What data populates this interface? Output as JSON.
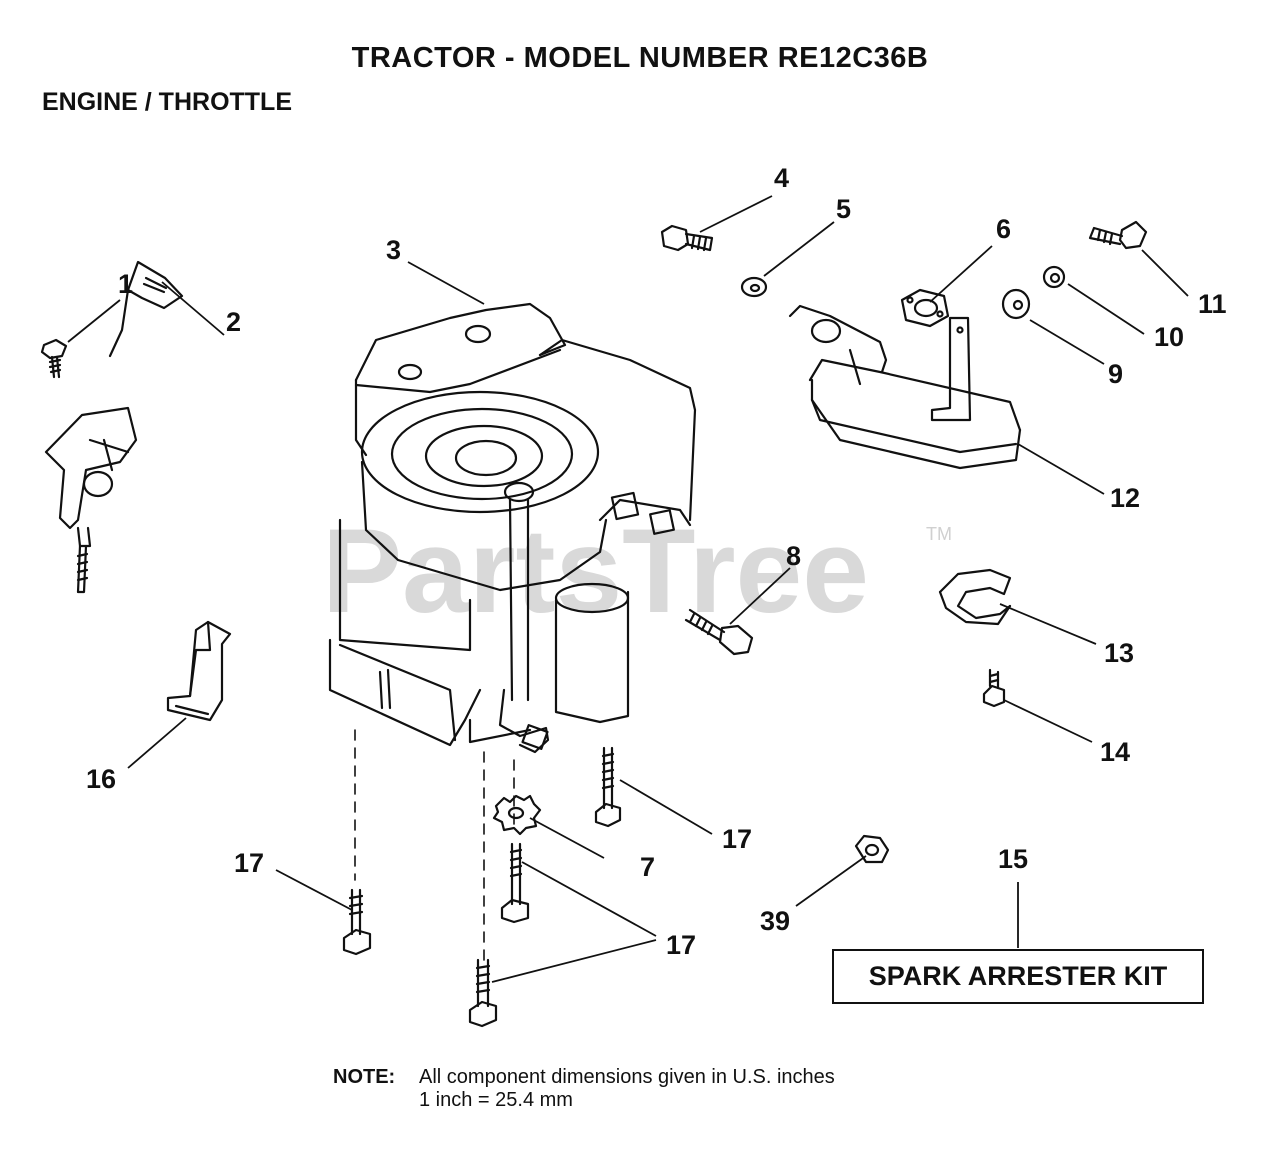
{
  "header": {
    "title": "TRACTOR  - MODEL NUMBER RE12C36B",
    "subtitle": "ENGINE / THROTTLE"
  },
  "watermark": {
    "text": "PartsTree",
    "mark": "TM"
  },
  "callouts": {
    "c1": "1",
    "c2": "2",
    "c3": "3",
    "c4": "4",
    "c5": "5",
    "c6": "6",
    "c7": "7",
    "c8": "8",
    "c9": "9",
    "c10": "10",
    "c11": "11",
    "c12": "12",
    "c13": "13",
    "c14": "14",
    "c15": "15",
    "c16": "16",
    "c17a": "17",
    "c17b": "17",
    "c17c": "17",
    "c39": "39"
  },
  "kit": {
    "label": "SPARK ARRESTER KIT"
  },
  "note": {
    "label": "NOTE:",
    "line1": "All component dimensions given in U.S. inches",
    "line2": "1 inch = 25.4 mm"
  }
}
